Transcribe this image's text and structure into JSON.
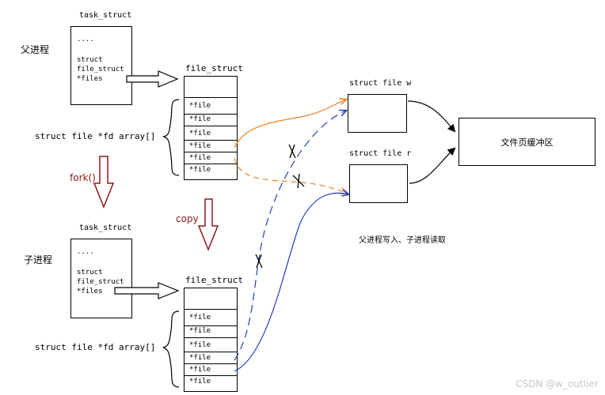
{
  "parent": {
    "process_label": "父进程",
    "task_struct_label": "task_struct",
    "task_lines": [
      "....",
      "struct",
      "file_struct",
      "*files"
    ],
    "file_struct_label": "file_struct",
    "fd_cells": [
      "*file",
      "*file",
      "*file",
      "*file",
      "*file",
      "*file"
    ],
    "fd_array_label": "struct file *fd array[]"
  },
  "child": {
    "process_label": "子进程",
    "task_struct_label": "task_struct",
    "task_lines": [
      "....",
      "struct",
      "file_struct",
      "*files"
    ],
    "file_struct_label": "file_struct",
    "fd_cells": [
      "*file",
      "*file",
      "*file",
      "*file",
      "*file",
      "*file"
    ],
    "fd_array_label": "struct file *fd array[]"
  },
  "fork_label": "fork()",
  "copy_label": "copy",
  "file_w_label": "struct file w",
  "file_r_label": "struct file r",
  "page_cache_label": "文件页缓冲区",
  "caption": "父进程写入、子进程读取",
  "watermark": "CSDN @w_outlier",
  "colors": {
    "orange": "#f08020",
    "blue": "#2040c0",
    "dark_red": "#8b1a1a"
  }
}
